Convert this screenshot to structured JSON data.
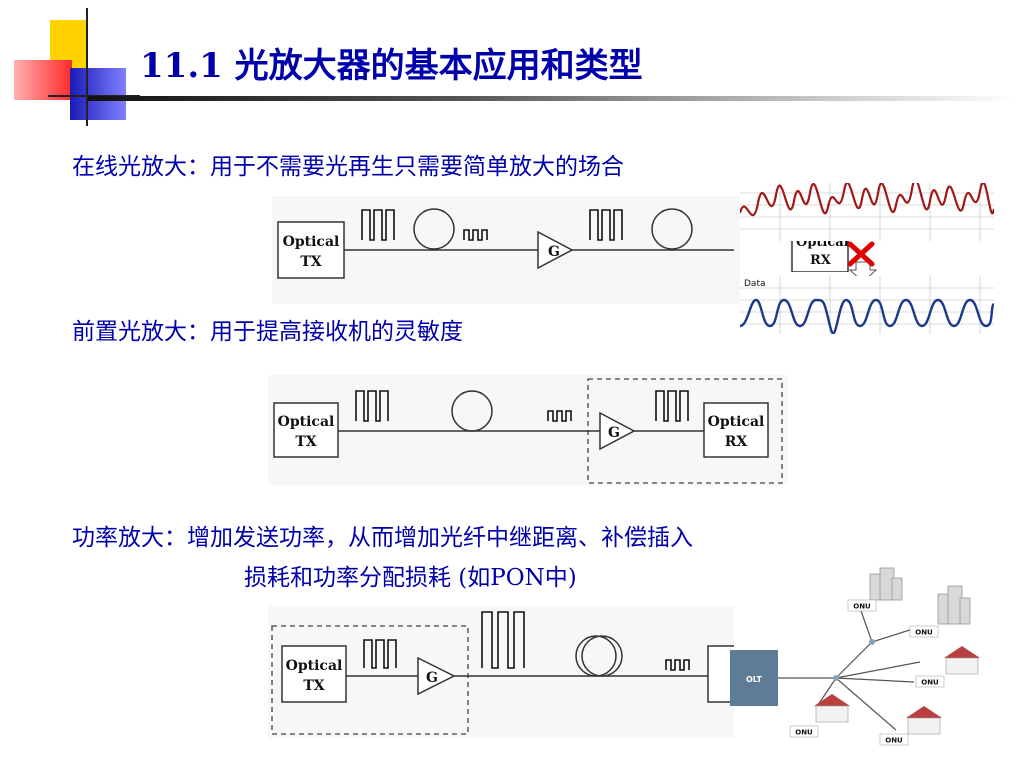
{
  "title": "11.1  光放大器的基本应用和类型",
  "sections": {
    "inline": {
      "heading": "在线光放大：用于不需要光再生只需要简单放大的场合"
    },
    "preamp": {
      "heading": "前置光放大：用于提高接收机的灵敏度"
    },
    "booster": {
      "heading_line1": "功率放大：增加发送功率，从而增加光纤中继距离、补偿插入",
      "heading_line2": "损耗和功率分配损耗 (如PON中)"
    }
  },
  "diagram_labels": {
    "optical": "Optical",
    "tx": "TX",
    "rx": "RX",
    "gain": "G",
    "olt": "OLT",
    "onu": "ONU",
    "data": "Data"
  },
  "colors": {
    "title": "#0000aa",
    "body_text": "#0000aa",
    "signal_red": "#a01818",
    "signal_blue": "#1a3a8a",
    "olt_box": "#5e7c96",
    "cross": "#e00000"
  }
}
